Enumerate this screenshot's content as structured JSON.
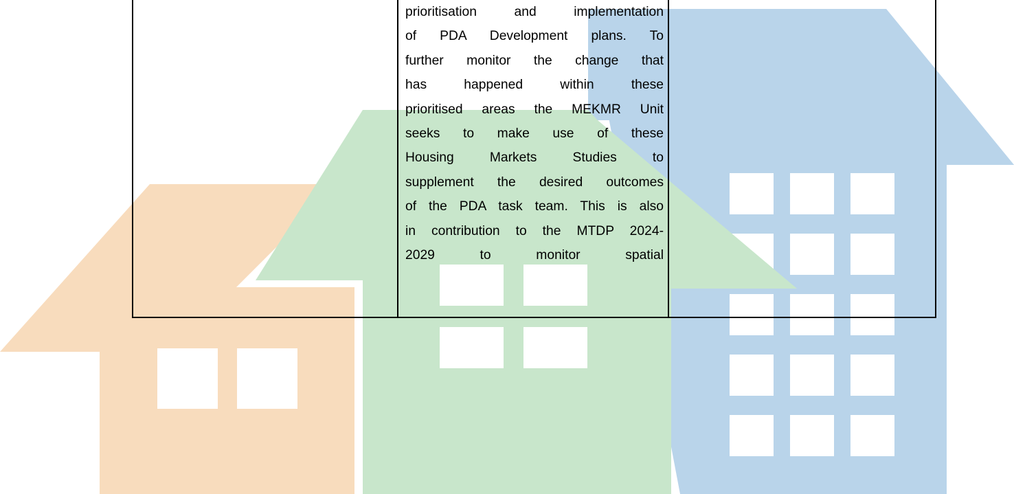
{
  "document": {
    "table_row": {
      "col_left": "",
      "col_middle_lines": [
        "prioritisation and implementation",
        "of PDA Development plans. To",
        "further monitor the change that",
        "has happened within these",
        "prioritised areas the MEKMR Unit",
        "seeks to make use of these",
        "Housing Markets Studies to",
        "supplement the desired outcomes",
        "of the PDA task team. This is also",
        "in contribution to the MTDP 2024-",
        "2029 to monitor spatial"
      ],
      "col_right": ""
    }
  },
  "watermark": {
    "description_icons": [
      "house-icon",
      "house-icon",
      "apartment-building-icon"
    ],
    "colors": {
      "orange_house": "#f8dcbd",
      "green_house": "#c8e6cb",
      "blue_building": "#b9d4ea",
      "window": "#ffffff"
    }
  }
}
